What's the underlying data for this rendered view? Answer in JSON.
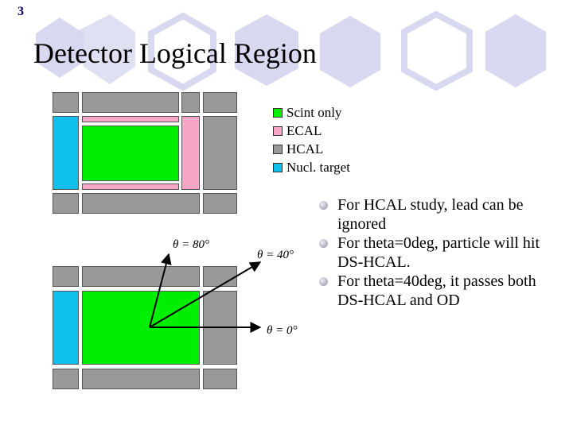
{
  "slide_number": "3",
  "title": "Detector Logical Region",
  "legend": [
    {
      "label": "Scint only",
      "color": "#00ee00"
    },
    {
      "label": "ECAL",
      "color": "#f7a6c8"
    },
    {
      "label": "HCAL",
      "color": "#999999"
    },
    {
      "label": "Nucl. target",
      "color": "#0fbfed"
    }
  ],
  "angles": {
    "theta80": "θ = 80°",
    "theta40": "θ = 40°",
    "theta0": "θ = 0°"
  },
  "bullets": [
    "For HCAL study, lead can be ignored",
    "For theta=0deg, particle will hit DS-HCAL.",
    "For theta=40deg, it passes both DS-HCAL and OD"
  ]
}
